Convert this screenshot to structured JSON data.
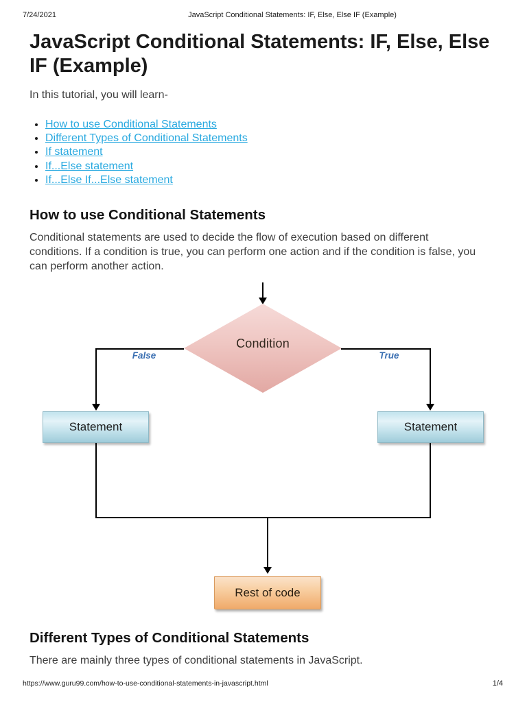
{
  "header": {
    "date": "7/24/2021",
    "doc_title": "JavaScript Conditional Statements: IF, Else, Else IF (Example)"
  },
  "article": {
    "title": "JavaScript Conditional Statements: IF, Else, Else IF (Example)",
    "intro": "In this tutorial, you will learn-"
  },
  "toc": {
    "items": [
      "How to use Conditional Statements",
      "Different Types of Conditional Statements",
      "If statement",
      "If...Else statement",
      "If...Else If...Else statement"
    ]
  },
  "sections": [
    {
      "heading": "How to use Conditional Statements",
      "body": "Conditional statements are used to decide the flow of execution based on different conditions. If a condition is true, you can perform one action and if the condition is false, you can perform another action."
    },
    {
      "heading": "Different Types of Conditional Statements",
      "body": "There are mainly three types of conditional statements in JavaScript."
    }
  ],
  "diagram": {
    "condition": "Condition",
    "false_label": "False",
    "true_label": "True",
    "statement_left": "Statement",
    "statement_right": "Statement",
    "rest_of_code": "Rest of code"
  },
  "footer": {
    "url": "https://www.guru99.com/how-to-use-conditional-statements-in-javascript.html",
    "page": "1/4"
  },
  "colors": {
    "link": "#29a9e0",
    "branch_label": "#3a6fb2",
    "diamond_fill": "#efc6c2",
    "statement_fill": "#c6e4ed",
    "rest_fill": "#f8cfa2",
    "connector": "#000000"
  }
}
